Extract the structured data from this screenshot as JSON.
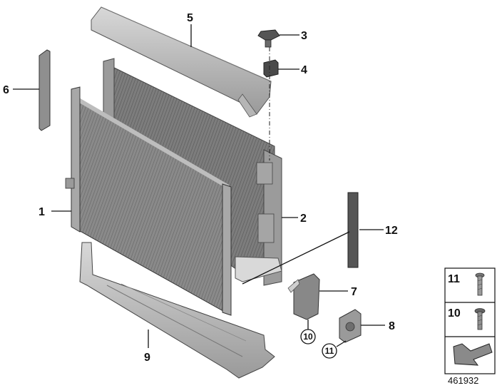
{
  "callouts": {
    "c1": "1",
    "c2": "2",
    "c3": "3",
    "c4": "4",
    "c5": "5",
    "c6": "6",
    "c7": "7",
    "c8": "8",
    "c9": "9",
    "c12": "12",
    "circ10": "10",
    "circ11": "11"
  },
  "legend": {
    "item_a_number": "11",
    "item_b_number": "10"
  },
  "reference_number": "461932",
  "colors": {
    "part_fill": "#8e8e8e",
    "part_light": "#c9c9c9",
    "part_dark": "#5f5f5f",
    "line": "#111111"
  }
}
